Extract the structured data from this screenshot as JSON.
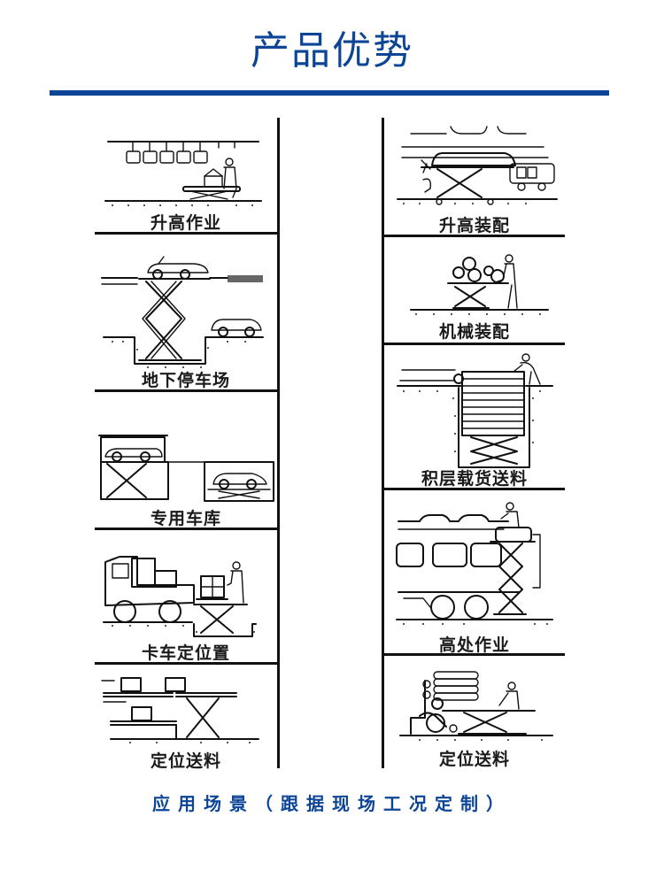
{
  "header": {
    "title": "产品优势"
  },
  "scenarios": {
    "left": [
      {
        "label": "升高作业",
        "icon": "conveyor-lift-icon"
      },
      {
        "label": "地下停车场",
        "icon": "underground-parking-icon"
      },
      {
        "label": "专用车库",
        "icon": "private-garage-icon"
      },
      {
        "label": "卡车定位置",
        "icon": "truck-positioning-icon"
      },
      {
        "label": "定位送料",
        "icon": "roller-feeding-icon"
      }
    ],
    "right": [
      {
        "label": "升高装配",
        "icon": "car-assembly-icon"
      },
      {
        "label": "机械装配",
        "icon": "machine-assembly-icon"
      },
      {
        "label": "积层载货送料",
        "icon": "stacked-cargo-icon"
      },
      {
        "label": "高处作业",
        "icon": "aerial-work-icon"
      },
      {
        "label": "定位送料",
        "icon": "paper-roll-feeding-icon"
      }
    ]
  },
  "footer": {
    "caption": "应用场景（跟据现场工况定制）"
  },
  "colors": {
    "brand_blue": "#0c4596",
    "line_black": "#111111"
  }
}
